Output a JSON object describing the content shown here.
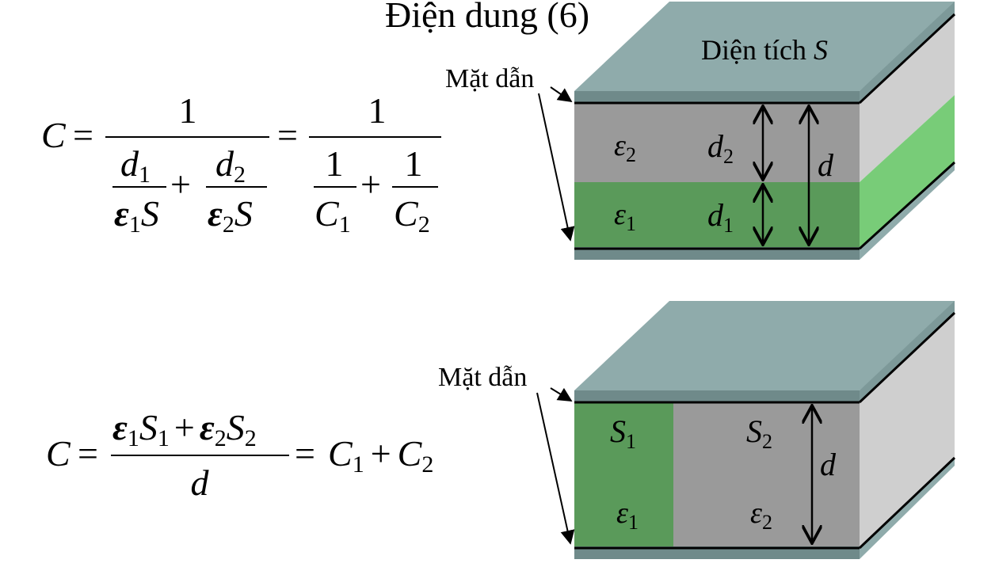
{
  "slide": {
    "title": "Điện dung (6)"
  },
  "series_formula": {
    "C": "C",
    "equals": "=",
    "one": "1",
    "d": "d",
    "sub1": "1",
    "sub2": "2",
    "epsilon": "ε",
    "S": "S",
    "plus": "+"
  },
  "parallel_formula": {
    "C": "C",
    "equals": "=",
    "epsilon": "ε",
    "S": "S",
    "sub1": "1",
    "sub2": "2",
    "plus": "+",
    "d": "d"
  },
  "top_diagram": {
    "area_label_prefix": "Diện tích ",
    "area_symbol": "S",
    "conductor_label": "Mặt dẫn",
    "epsilon": "ε",
    "d": "d",
    "sub1": "1",
    "sub2": "2"
  },
  "bottom_diagram": {
    "conductor_label": "Mặt dẫn",
    "S": "S",
    "epsilon": "ε",
    "d": "d",
    "sub1": "1",
    "sub2": "2"
  },
  "colors": {
    "plate_top": "#8fabab",
    "plate_front": "#6f8a8a",
    "dielectric_gray": "#9a9a9a",
    "side_gray": "#cfcfcf",
    "dielectric_green": "#5a9a5a",
    "side_green": "#78cc78"
  }
}
